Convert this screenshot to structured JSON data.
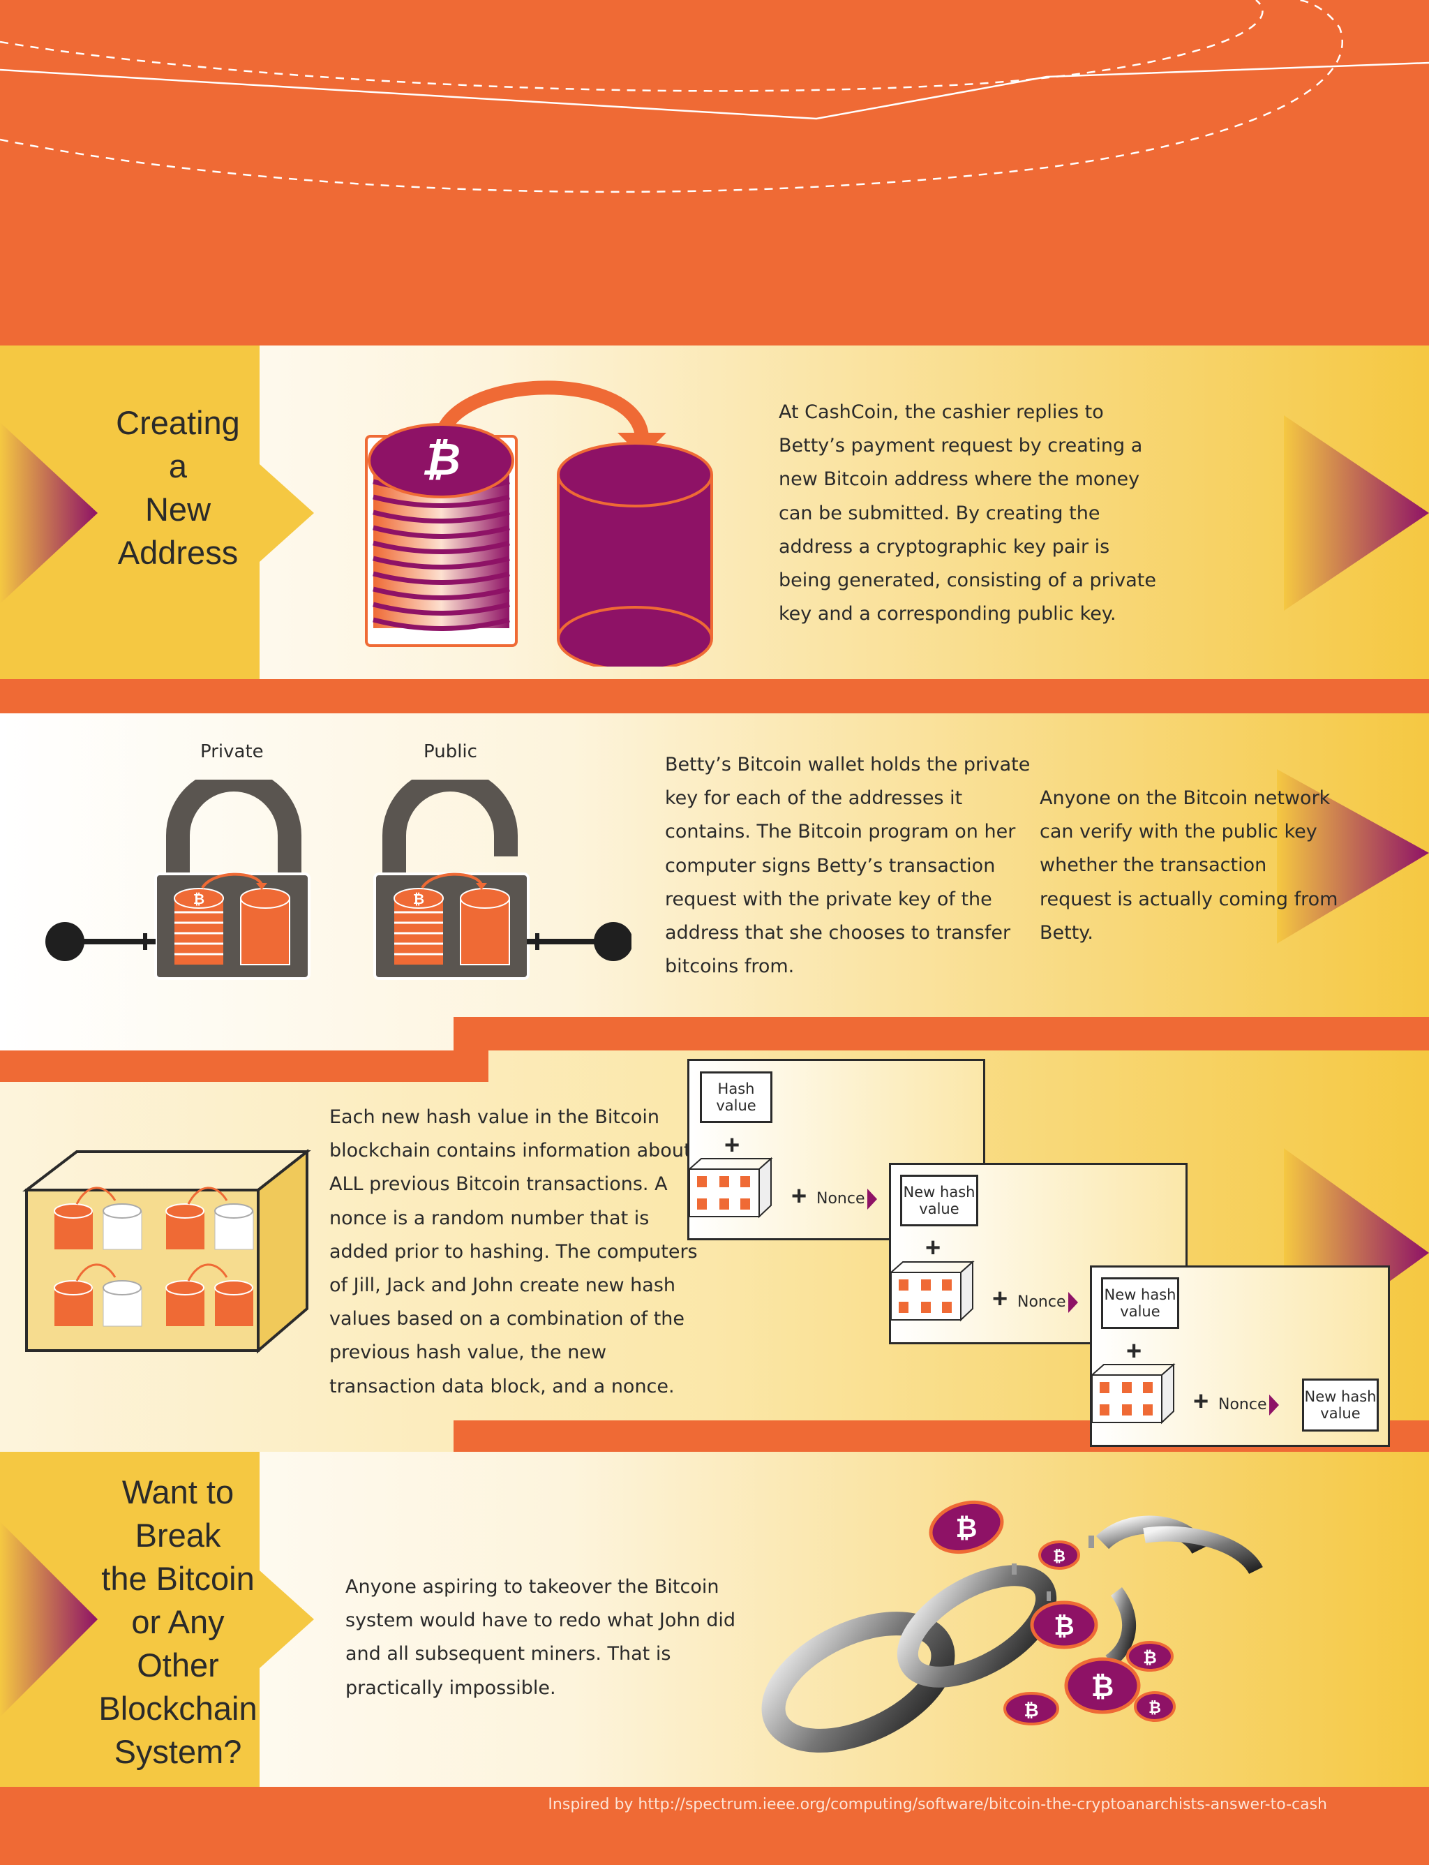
{
  "colors": {
    "orange": "#ef6a35",
    "purple": "#8e1266",
    "yellow": "#f5c842",
    "dark": "#2a2a2a",
    "lock_gray": "#5a5550"
  },
  "panel1": {
    "heading": "Creating\na\nNew\nAddress",
    "body": "At CashCoin, the cashier replies to\nBetty’s payment request by creating a\nnew Bitcoin address where the money\ncan be submitted. By creating the\naddress a cryptographic key pair is\nbeing generated, consisting of a private\nkey and a corresponding public key.",
    "icons": [
      "coin-stack-icon",
      "empty-cylinder-icon",
      "curved-arrow-icon"
    ]
  },
  "panel2": {
    "private_label": "Private",
    "public_label": "Public",
    "body_left": "Betty’s Bitcoin wallet holds the private\nkey for each of the addresses it\ncontains. The Bitcoin program on her\ncomputer signs Betty’s transaction\nrequest with the private key of the\naddress that she chooses to transfer\nbitcoins from.",
    "body_right": "Anyone on the Bitcoin network\ncan verify with the public key\nwhether the transaction\nrequest is actually coming from\nBetty.",
    "icons": [
      "closed-padlock-icon",
      "open-padlock-icon",
      "key-icon"
    ]
  },
  "panel3": {
    "body": "Each new hash value in the Bitcoin\nblockchain contains information about\nALL previous Bitcoin transactions. A\nnonce is a random number that is\nadded prior to hashing. The computers\nof Jill, Jack and John create new hash\nvalues based on a combination of the\nprevious hash value, the new\ntransaction data block, and a nonce.",
    "card1_label": "Hash\nvalue",
    "card2_label": "New hash\nvalue",
    "card3_label": "New hash\nvalue",
    "result_label": "New hash\nvalue",
    "nonce_label": "Nonce",
    "plus": "+",
    "icons": [
      "data-block-cube-icon"
    ]
  },
  "panel4": {
    "heading": "Want to\nBreak\nthe Bitcoin\nor Any\nOther\nBlockchain\nSystem?",
    "body": "Anyone aspiring to takeover the Bitcoin\nsystem would have to redo what John did\nand all subsequent miners. That is\npractically impossible.",
    "icons": [
      "broken-chain-icon",
      "bitcoin-coin-icon"
    ]
  },
  "footer": {
    "credit": "Inspired by http://spectrum.ieee.org/computing/software/bitcoin-the-cryptoanarchists-answer-to-cash"
  }
}
